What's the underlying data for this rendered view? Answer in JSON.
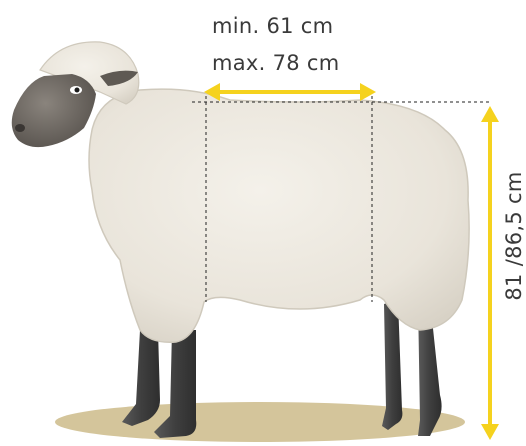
{
  "width_measure": {
    "min_label": "min. 61 cm",
    "max_label": "max. 78 cm"
  },
  "height_measure": {
    "label": "81 /86,5 cm"
  },
  "colors": {
    "arrow": "#f5d21e",
    "fleece": "#ece8df",
    "face": "#6f6a64",
    "legs": "#4a4a4a",
    "ground_shadow": "#cdbb8a",
    "dashed_line": "#222222",
    "label_text": "#3a3a3a"
  }
}
